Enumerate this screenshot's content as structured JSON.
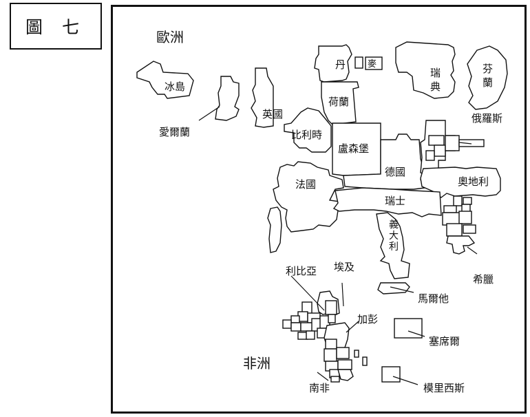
{
  "figure_label": "圖 七",
  "regions": {
    "europe": "歐洲",
    "africa": "非洲"
  },
  "countries": {
    "iceland": "冰島",
    "ireland": "愛爾蘭",
    "uk": "英國",
    "denmark": "丹",
    "denmark_sub": "麥",
    "netherlands": "荷蘭",
    "sweden": "瑞典",
    "finland": "芬蘭",
    "belgium": "比利時",
    "luxembourg": "盧森堡",
    "germany": "德國",
    "russia": "俄羅斯",
    "france": "法國",
    "austria": "奧地利",
    "switzerland": "瑞士",
    "italy": "義大利",
    "greece": "希臘",
    "malta": "馬爾他",
    "libya": "利比亞",
    "egypt": "埃及",
    "ghana": "加彭",
    "seychelles": "塞席爾",
    "south_africa": "南非",
    "mauritius": "模里西斯"
  }
}
